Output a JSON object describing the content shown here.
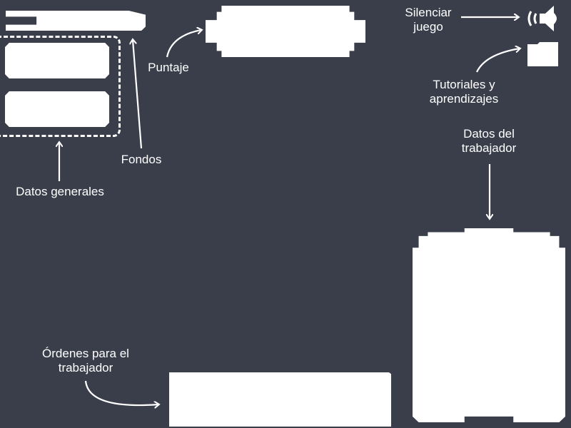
{
  "labels": {
    "mute": [
      "Silenciar",
      "juego"
    ],
    "tutorials": [
      "Tutoriales y",
      "aprendizajes"
    ],
    "worker_data": [
      "Datos del",
      "trabajador"
    ],
    "score": "Puntaje",
    "funds": "Fondos",
    "general_data": "Datos generales",
    "orders": [
      "Órdenes para el",
      "trabajador"
    ]
  },
  "icons": {
    "mute": "speaker-icon",
    "tutorials": "folder-icon"
  },
  "colors": {
    "background": "#3a3e4b",
    "panel": "#ffffff",
    "annotation": "#ffffff"
  }
}
